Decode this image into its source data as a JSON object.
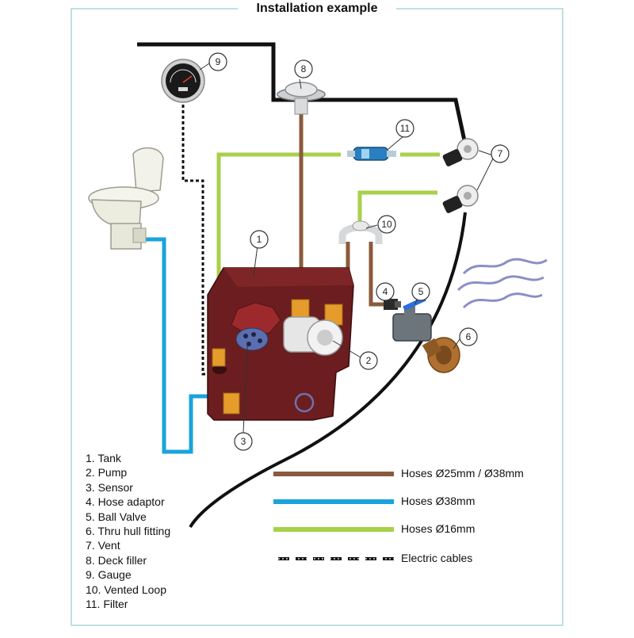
{
  "title": "Installation example",
  "colors": {
    "frame": "#bfe0e2",
    "hull_line": "#111111",
    "hose_brown": "#8a5a3c",
    "hose_blue": "#1aa3dc",
    "hose_green": "#a8d04a",
    "tank": "#6b1d1f",
    "wave": "#8a8fc8"
  },
  "legend_items": [
    "1. Tank",
    "2. Pump",
    "3. Sensor",
    "4. Hose adaptor",
    "5. Ball Valve",
    "6. Thru hull fitting",
    "7. Vent",
    "8. Deck filler",
    "9. Gauge",
    "10. Vented Loop",
    "11. Filter"
  ],
  "line_key": [
    {
      "label": "Hoses Ø25mm / Ø38mm",
      "style": "brown"
    },
    {
      "label": "Hoses Ø38mm",
      "style": "blue"
    },
    {
      "label": "Hoses Ø16mm",
      "style": "green"
    },
    {
      "label": "Electric cables",
      "style": "dashed"
    }
  ],
  "callouts": [
    "1",
    "2",
    "3",
    "4",
    "5",
    "6",
    "7",
    "8",
    "9",
    "10",
    "11"
  ],
  "icons": [
    "toilet-icon",
    "gauge-icon",
    "deck-filler-icon",
    "filter-icon",
    "vent-icon",
    "vented-loop-icon",
    "tank-icon",
    "pump-icon",
    "sensor-icon",
    "hose-adaptor-icon",
    "ball-valve-icon",
    "thru-hull-icon",
    "waves-icon"
  ]
}
